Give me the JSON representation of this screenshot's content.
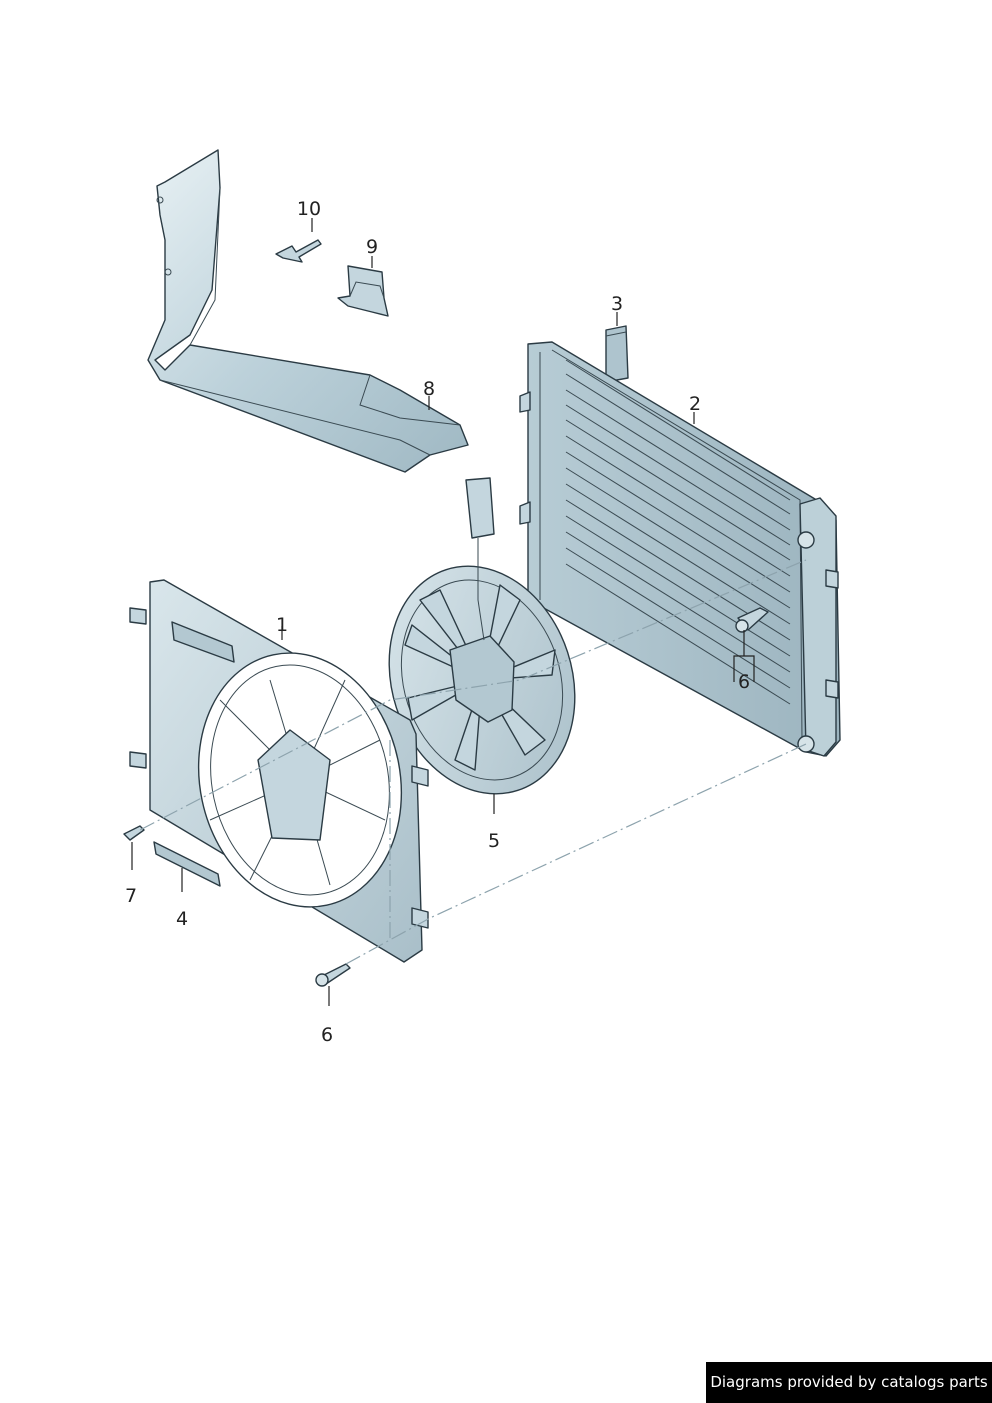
{
  "callouts": {
    "c1": "1",
    "c2": "2",
    "c3": "3",
    "c4": "4",
    "c5": "5",
    "c6a": "6",
    "c6b": "6",
    "c7": "7",
    "c8": "8",
    "c9": "9",
    "c10": "10"
  },
  "credit": "Diagrams provided by catalogs parts",
  "colors": {
    "part_fill": "#c4d6de",
    "part_shade": "#9fb8c3",
    "outline": "#2b3b44",
    "background": "#ffffff"
  }
}
